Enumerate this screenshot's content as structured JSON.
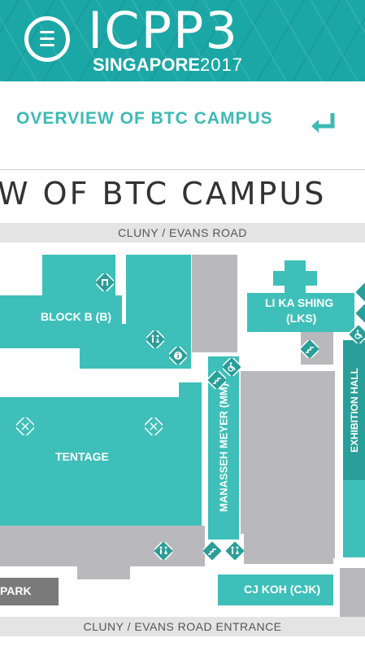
{
  "header": {
    "brand_top": "ICPP3",
    "brand_bottom_bold": "SINGAPORE",
    "brand_bottom_year": "2017"
  },
  "page": {
    "title": "OVERVIEW OF BTC CAMPUS"
  },
  "map": {
    "heading": "EW OF BTC CAMPUS",
    "road_top": "CLUNY / EVANS ROAD",
    "road_bottom": "CLUNY / EVANS ROAD ENTRANCE",
    "labels": {
      "block_b": "BLOCK B (B)",
      "li_ka_shing_1": "LI KA SHING",
      "li_ka_shing_2": "(LKS)",
      "tentage": "TENTAGE",
      "manasseh_meyer": "MANASSEH MEYER (MM)",
      "exhibition_hall": "EXHIBITION HALL",
      "cj_koh": "CJ KOH (CJK)",
      "park": "PARK"
    }
  },
  "colors": {
    "header_bg": "#1aa7a5",
    "accent": "#3dbab4",
    "building": "#3fbfb9",
    "building_dark": "#2a9e98",
    "gray_building": "#b9b9bd"
  }
}
